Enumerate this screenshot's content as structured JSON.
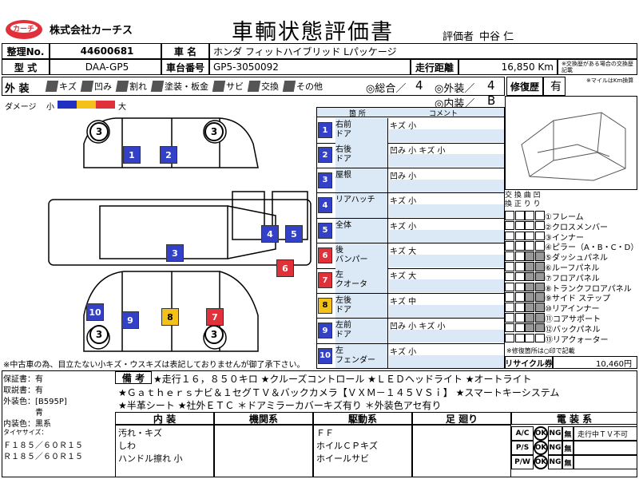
{
  "header": {
    "logo_text": "カーチス",
    "company": "株式会社カーチス",
    "doc_title": "車輌状態評価書",
    "evaluator_label": "評価者",
    "evaluator": "中谷 仁"
  },
  "info": {
    "mgmt_no_label": "整理No.",
    "mgmt_no": "44600681",
    "model_label": "型 式",
    "model": "DAA-GP5",
    "car_name_label": "車 名",
    "car_name": "ホンダ フィットハイブリッド Lパッケージ",
    "chassis_label": "車台番号",
    "chassis": "GP5-3050092",
    "mileage_label": "走行距離",
    "mileage": "16,850 Km",
    "mileage_note": "※交換歴がある場合の交換歴記載"
  },
  "exterior_bar": {
    "section": "外 装",
    "legend": [
      {
        "name": "scratch-icon",
        "label": "キズ"
      },
      {
        "name": "dent-icon",
        "label": "凹み"
      },
      {
        "name": "crack-icon",
        "label": "割れ"
      },
      {
        "name": "paint-icon",
        "label": "塗装・板金"
      },
      {
        "name": "rust-icon",
        "label": "サビ"
      },
      {
        "name": "exchange-icon",
        "label": "交換"
      },
      {
        "name": "other-icon",
        "label": "その他"
      }
    ],
    "total_label": "◎総合／",
    "total": "4",
    "ext_label": "◎外装／",
    "ext": "4",
    "int_label": "◎内装／",
    "int": "B",
    "damage_label": "ダメージ",
    "small": "小",
    "large": "大"
  },
  "repair": {
    "label": "修復歴",
    "value": "有",
    "note": "※マイルはKm換算",
    "check_header": "交 換 曲 凹 換 正 り り",
    "recycle_label": "リサイクル券",
    "recycle_value": "10,460円",
    "mark_note": "※修復箇所は○印で記載"
  },
  "damage_table": {
    "col_part": "箇 所",
    "col_comment": "コメント",
    "rows": [
      {
        "num": "1",
        "color": "blue",
        "part": "右前\nドア",
        "comment": "キズ 小"
      },
      {
        "num": "2",
        "color": "blue",
        "part": "右後\nドア",
        "comment": "凹み 小 キズ 小"
      },
      {
        "num": "3",
        "color": "blue",
        "part": "屋根",
        "comment": "凹み 小"
      },
      {
        "num": "4",
        "color": "blue",
        "part": "リアハッチ",
        "comment": "キズ 小"
      },
      {
        "num": "5",
        "color": "blue",
        "part": "全体",
        "comment": "キズ 小"
      },
      {
        "num": "6",
        "color": "red",
        "part": "後\nバンパー",
        "comment": "キズ 大"
      },
      {
        "num": "7",
        "color": "red",
        "part": "左\nクオータ",
        "comment": "キズ 大"
      },
      {
        "num": "8",
        "color": "yellow",
        "part": "左後\nドア",
        "comment": "キズ 中"
      },
      {
        "num": "9",
        "color": "blue",
        "part": "左前\nドア",
        "comment": "凹み 小 キズ 小"
      },
      {
        "num": "10",
        "color": "blue",
        "part": "左\nフェンダー",
        "comment": "キズ 小"
      }
    ]
  },
  "frame_checks": [
    {
      "label": "①フレーム"
    },
    {
      "label": "②クロスメンバー"
    },
    {
      "label": "③インナー"
    },
    {
      "label": "④ピラー（A・B・C・D）"
    },
    {
      "label": "⑤ダッシュパネル"
    },
    {
      "label": "⑥ルーフパネル"
    },
    {
      "label": "⑦フロアパネル"
    },
    {
      "label": "⑧トランクフロアパネル"
    },
    {
      "label": "⑨サイド ステップ"
    },
    {
      "label": "⑩リアインナー"
    },
    {
      "label": "⑪コアサポート"
    },
    {
      "label": "⑫バックパネル"
    },
    {
      "label": "⑬リアクォーター"
    }
  ],
  "diagram": {
    "footnote": "※中古車の為、目立たない小キズ・ウスキズは表記しておりませんが御了承下さい。"
  },
  "bottom": {
    "warranty_label": "保証書：有",
    "manual_label": "取説書：有",
    "ext_color_label": "外装色：[B595P]",
    "ext_color": "青",
    "int_color_label": "内装色：黒系",
    "tire_label": "タイヤサイズ：",
    "tire_f": "Ｆ１８５／６０Ｒ１５",
    "tire_r": "Ｒ１８５／６０Ｒ１５",
    "remarks_label": "備 考",
    "remarks": [
      "★走行１６，８５０キロ ★クルーズコントロール ★ＬＥＤヘッドライト ★オートライト",
      "★Ｇａｔｈｅｒｓナビ＆１セグＴＶ＆バックカメラ【ＶＸＭ－１４５ＶＳｉ】 ★スマートキーシステム",
      "★半革シート ★社外ＥＴＣ ＊ドアミラーカバーキズ有り ＊外装色アセ有り"
    ],
    "cols": [
      {
        "header": "内 装",
        "lines": [
          "汚れ・キズ",
          "しわ",
          "ハンドル擦れ 小"
        ]
      },
      {
        "header": "機関系",
        "lines": [
          "",
          "",
          ""
        ]
      },
      {
        "header": "駆動系",
        "lines": [
          "ＦＦ",
          "ホイルＣＰキズ",
          "ホイールサビ"
        ]
      },
      {
        "header": "足 廻り",
        "lines": [
          "",
          "",
          ""
        ]
      }
    ],
    "electrical_header": "電 装 系",
    "electrical": [
      {
        "code": "A/C",
        "ok": "OK",
        "ng": "NG",
        "state": "無",
        "note": "走行中ＴＶ不可"
      },
      {
        "code": "P/S",
        "ok": "OK",
        "ng": "NG",
        "state": "無",
        "note": ""
      },
      {
        "code": "P/W",
        "ok": "OK",
        "ng": "NG",
        "state": "無",
        "note": ""
      }
    ]
  },
  "colors": {
    "blue_badge": "#3340c8",
    "red_badge": "#e0303a",
    "yellow_badge": "#f3c11a",
    "table_stripe": "#dbe9f7"
  }
}
